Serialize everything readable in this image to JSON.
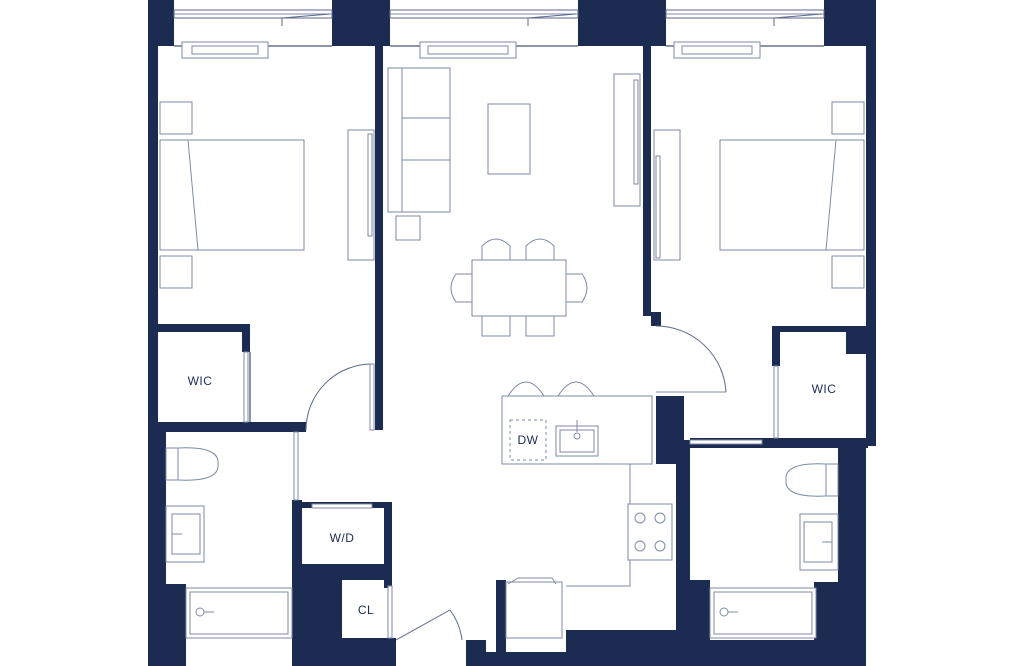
{
  "labels": {
    "wic_left": "WIC",
    "wic_right": "WIC",
    "dishwasher": "DW",
    "washer_dryer": "W/D",
    "closet": "CL"
  },
  "colors": {
    "wall": "#1b2b52",
    "line": "#7d8aa6",
    "background": "#ffffff"
  }
}
